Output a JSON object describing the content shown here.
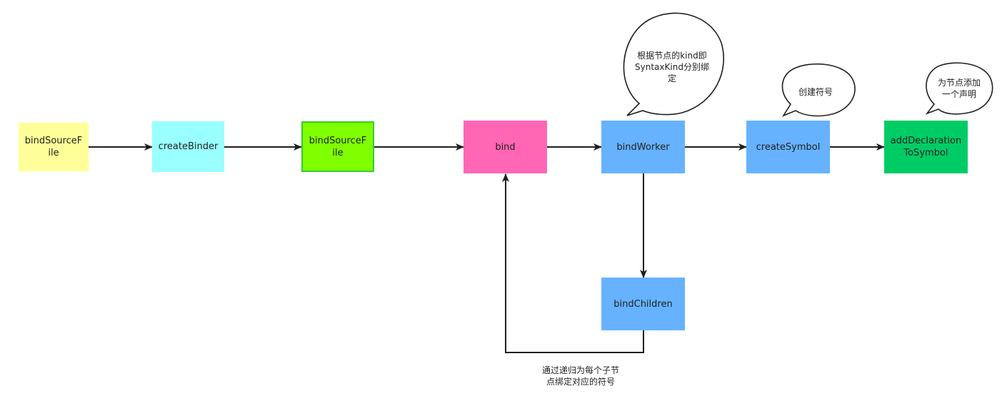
{
  "nodes": {
    "bind_source_file_1": {
      "label": "bindSourceF\nile",
      "color": "#ffff99"
    },
    "create_binder": {
      "label": "createBinder",
      "color": "#99ffff"
    },
    "bind_source_file_2": {
      "label": "bindSourceF\nile",
      "color": "#80ff00",
      "border": "#33cc33"
    },
    "bind": {
      "label": "bind",
      "color": "#ff66b3"
    },
    "bind_worker": {
      "label": "bindWorker",
      "color": "#66b2ff"
    },
    "create_symbol": {
      "label": "createSymbol",
      "color": "#66b2ff"
    },
    "add_declaration": {
      "label": "addDeclaration\nToSymbol",
      "color": "#00cc66"
    },
    "bind_children": {
      "label": "bindChildren",
      "color": "#66b2ff"
    }
  },
  "callouts": {
    "bind_worker_note": "根据节点的kind即\nSyntaxKind分别绑\n定",
    "create_symbol_note": "创建符号",
    "add_declaration_note": "为节点添加\n一个声明"
  },
  "edge_label": {
    "recursion": "通过递归为每个子节\n点绑定对应的符号"
  }
}
